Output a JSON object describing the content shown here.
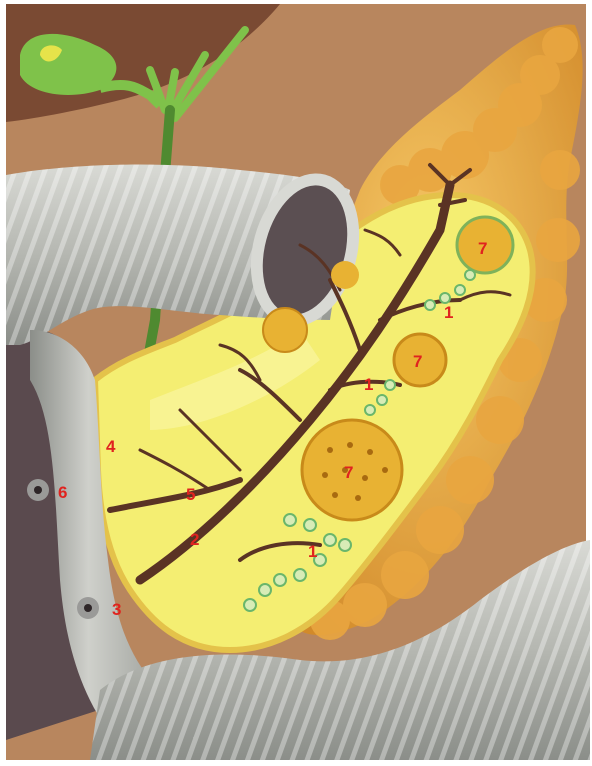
{
  "figure": {
    "labels": [
      {
        "id": "acinus-lower",
        "text": "1"
      },
      {
        "id": "acinus-mid",
        "text": "1"
      },
      {
        "id": "acinus-upper",
        "text": "1"
      },
      {
        "id": "duct",
        "text": "2"
      },
      {
        "id": "ampulla",
        "text": "3"
      },
      {
        "id": "bile-duct",
        "text": "4"
      },
      {
        "id": "branch",
        "text": "5"
      },
      {
        "id": "papilla",
        "text": "6"
      },
      {
        "id": "islet-large",
        "text": "7"
      },
      {
        "id": "islet-mid",
        "text": "7"
      },
      {
        "id": "islet-top",
        "text": "7"
      }
    ],
    "colors": {
      "background": "#b8865e",
      "liver": "#7a4a33",
      "gallbladder": "#7fc24a",
      "intestine": "#b9bab5",
      "intestine_shadow": "#7d807c",
      "stomach": "#5a4a4e",
      "pancreas_outer": "#e3a53a",
      "pancreas_inner": "#f4ee72",
      "duct": "#5a3324",
      "islet": "#e8b233",
      "acinus": "#6ab66b",
      "label": "#e0231f"
    }
  }
}
